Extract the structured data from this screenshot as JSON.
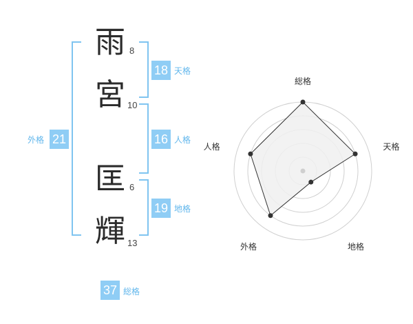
{
  "name": {
    "chars": [
      {
        "char": "雨",
        "strokes": "8"
      },
      {
        "char": "宮",
        "strokes": "10"
      },
      {
        "char": "匡",
        "strokes": "6"
      },
      {
        "char": "輝",
        "strokes": "13"
      }
    ]
  },
  "kakusu": {
    "tenkaku": {
      "value": "18",
      "label": "天格"
    },
    "jinkaku": {
      "value": "16",
      "label": "人格"
    },
    "chikaku": {
      "value": "19",
      "label": "地格"
    },
    "gaikaku": {
      "value": "21",
      "label": "外格"
    },
    "soukaku": {
      "value": "37",
      "label": "総格"
    }
  },
  "colors": {
    "accent": "#8fcdf5",
    "accent_text": "#62b7ec",
    "bracket": "#7fc4f0",
    "radar_fill": "#f0f0f0",
    "radar_line": "#333333"
  },
  "chart_data": {
    "type": "radar",
    "axes": [
      "総格",
      "天格",
      "地格",
      "外格",
      "人格"
    ],
    "values": [
      5,
      4,
      1,
      4,
      4
    ],
    "rmax": 5,
    "rings": 5
  }
}
